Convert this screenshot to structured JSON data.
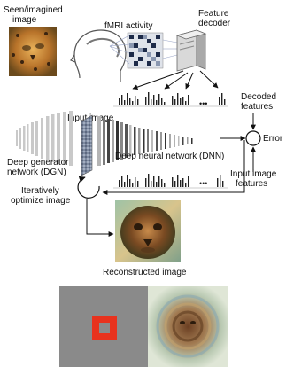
{
  "labels": {
    "seen_image": [
      "Seen/imagined",
      "image"
    ],
    "fmri": "fMRI activity",
    "feature_decoder": [
      "Feature",
      "decoder"
    ],
    "decoded_features": [
      "Decoded",
      "features"
    ],
    "input_image": "Input image",
    "error": "Error",
    "dgn": [
      "Deep generator",
      "network (DGN)"
    ],
    "dnn": "Deep neural network (DNN)",
    "iterative": [
      "Iteratively",
      "optimize image"
    ],
    "input_image_features": [
      "Input image",
      "features"
    ],
    "reconstructed": "Reconstructed image",
    "ellipsis": "•••"
  },
  "colors": {
    "red_square": "#e8321d",
    "gray_panel": "#8a8a8a"
  }
}
